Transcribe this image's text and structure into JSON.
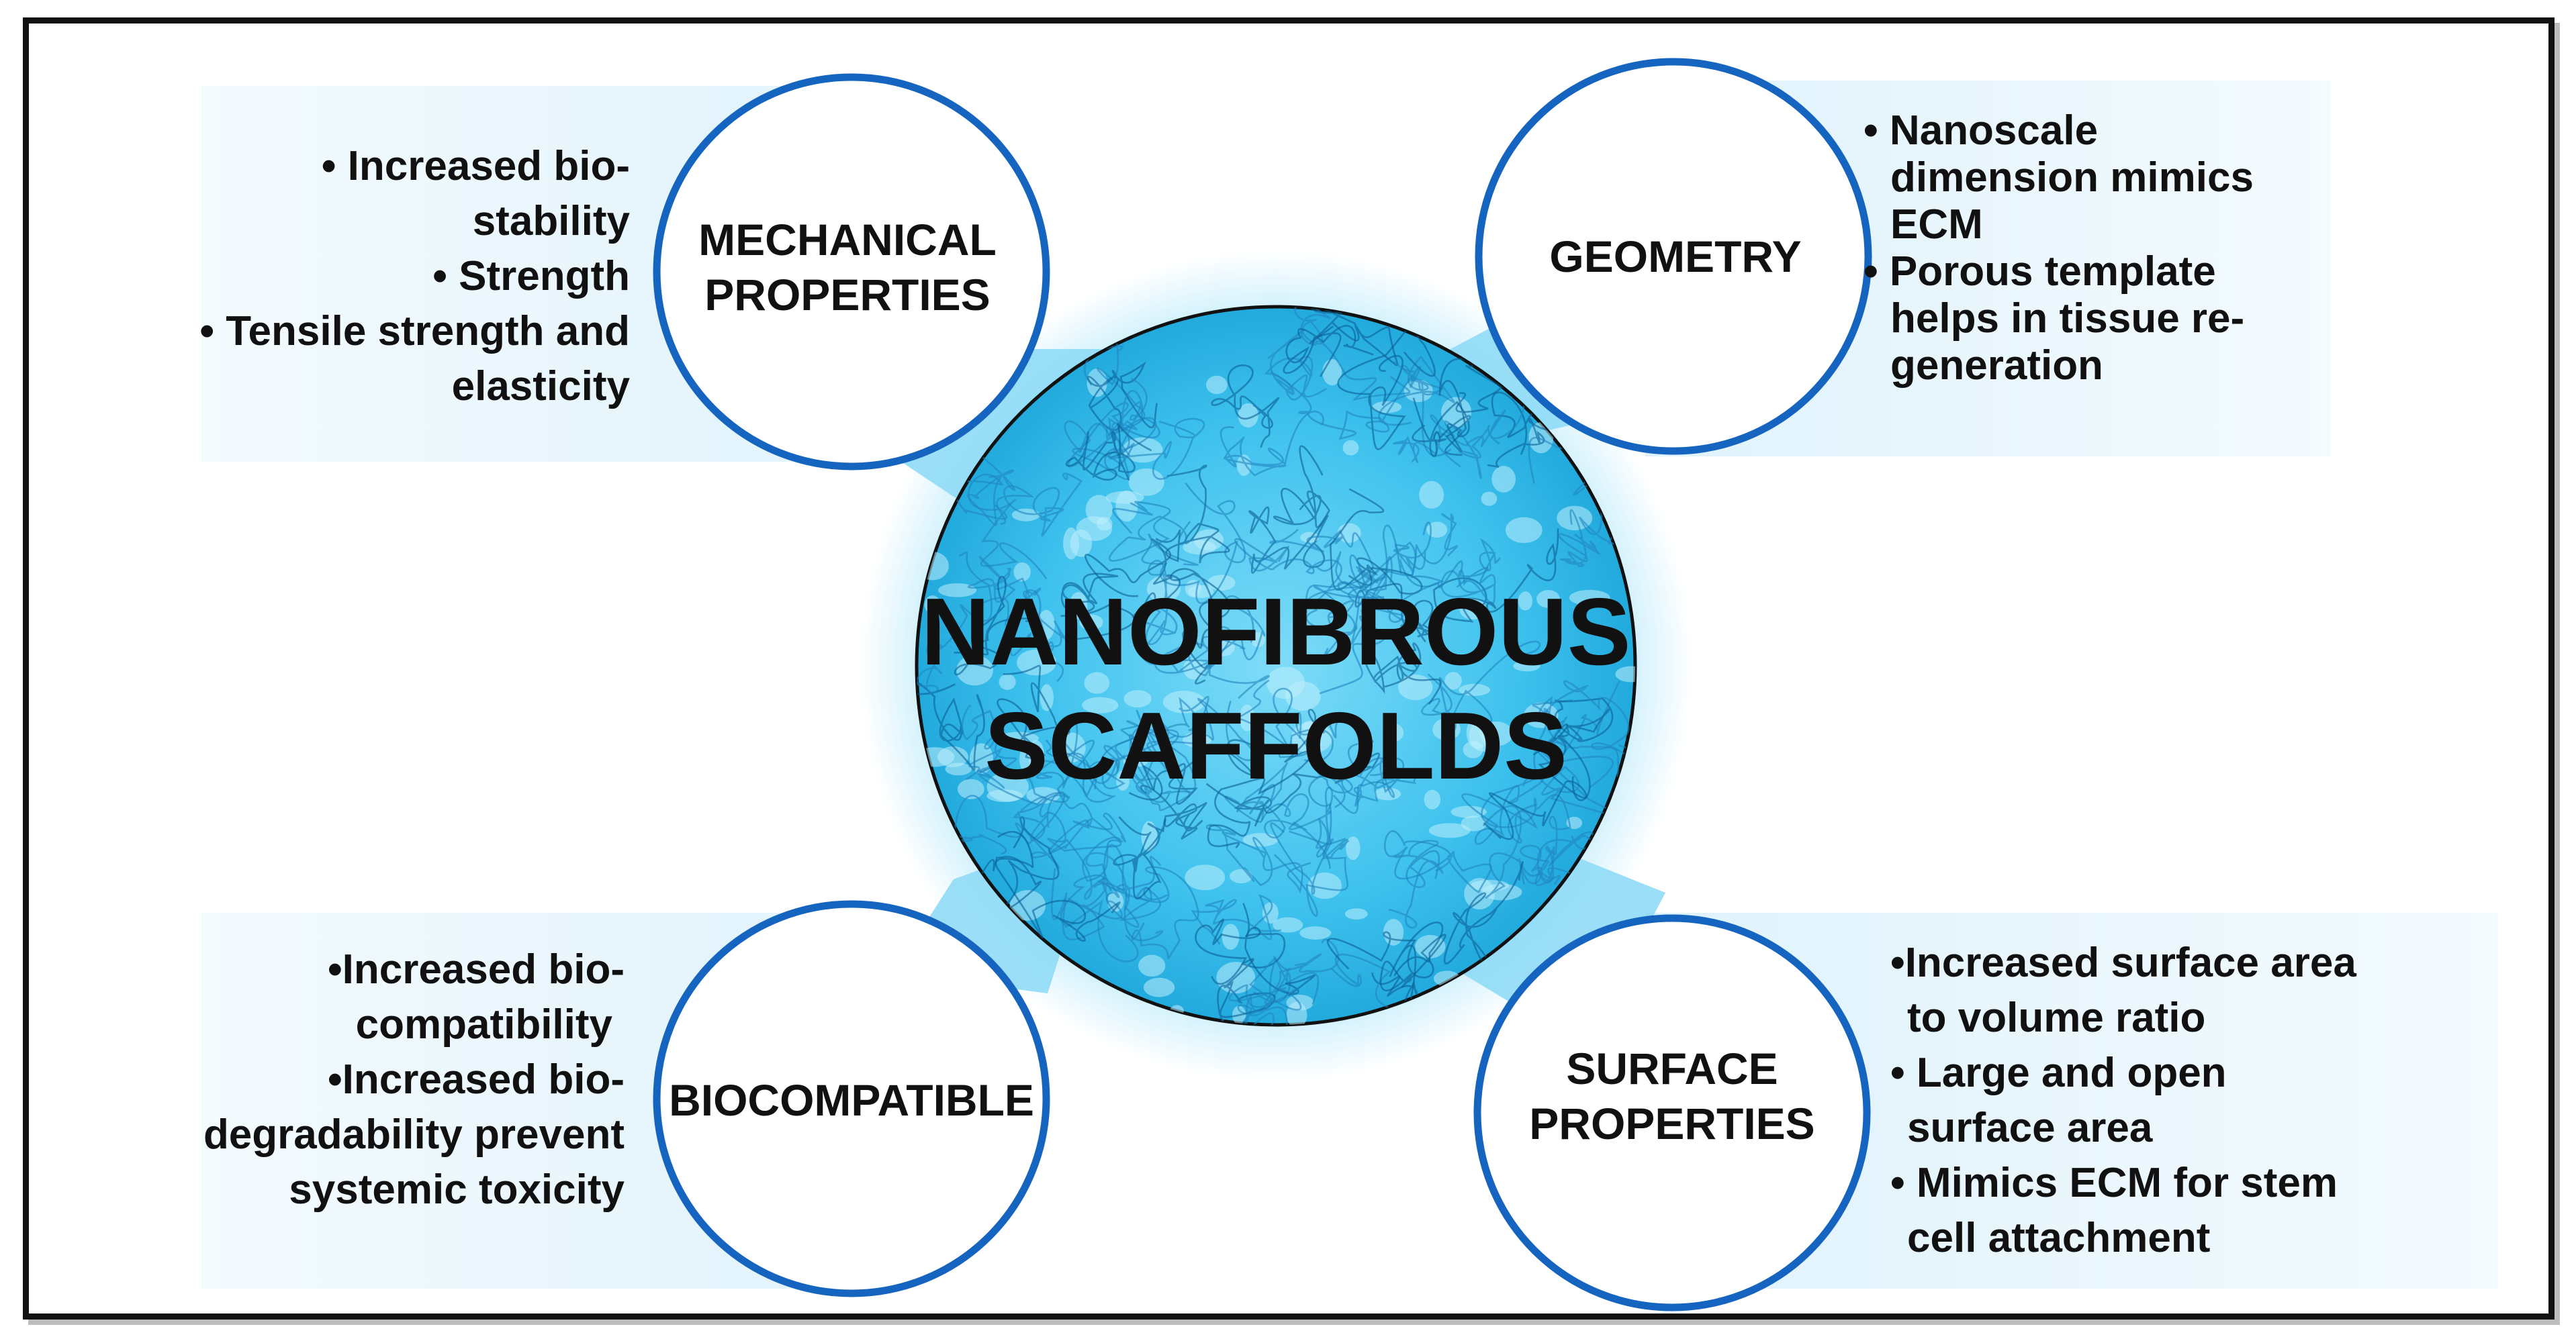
{
  "center": {
    "title_line1": "NANOFIBROUS",
    "title_line2": "SCAFFOLDS"
  },
  "nodes": {
    "mechanical": {
      "label_line1": "MECHANICAL",
      "label_line2": "PROPERTIES",
      "bullets": [
        "• Increased bio-",
        "stability",
        "• Strength",
        "• Tensile strength and",
        "elasticity"
      ]
    },
    "geometry": {
      "label_line1": "GEOMETRY",
      "bullets": [
        "• Nanoscale",
        "dimension mimics",
        "ECM",
        "• Porous template",
        "helps in tissue re-",
        "generation"
      ]
    },
    "biocompatible": {
      "label_line1": "BIOCOMPATIBLE",
      "bullets": [
        "•Increased bio-",
        "compatibility",
        "•Increased bio-",
        "degradability prevent",
        "systemic toxicity"
      ]
    },
    "surface": {
      "label_line1": "SURFACE",
      "label_line2": "PROPERTIES",
      "bullets": [
        "•Increased surface area",
        "to volume ratio",
        "• Large and open",
        "surface area",
        "• Mimics ECM for stem",
        "cell attachment"
      ]
    }
  },
  "colors": {
    "circle_stroke": "#1565c0",
    "connector": "#7fd3f4",
    "panel_bg": "#e8f6fd",
    "center_fill": "#29b6e6",
    "fiber": "#0d6fa8"
  }
}
